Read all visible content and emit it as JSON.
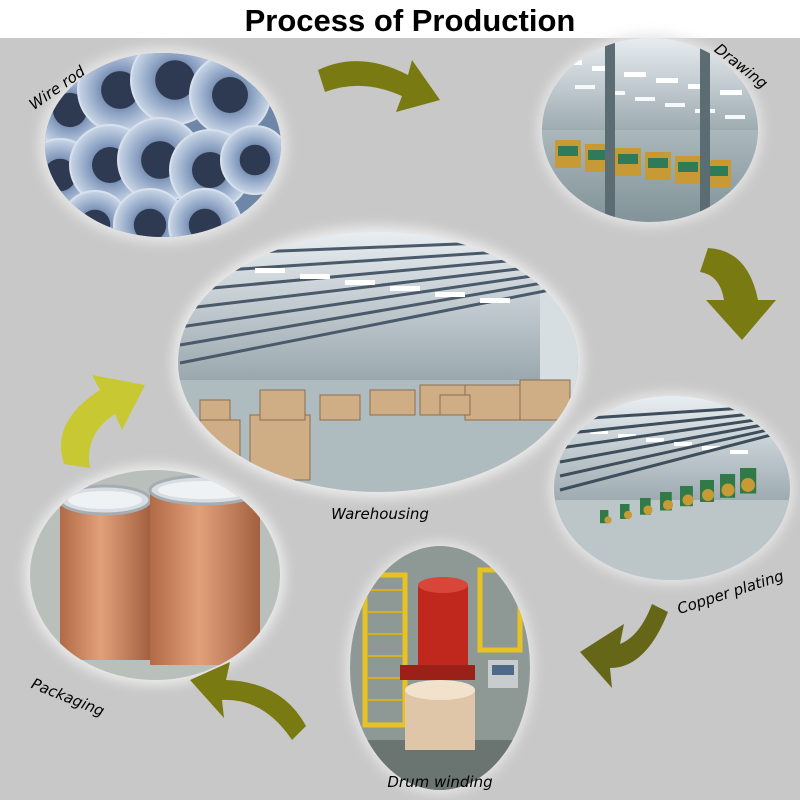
{
  "title": "Process of Production",
  "steps": [
    {
      "id": "wire-rod",
      "label": "Wire rod"
    },
    {
      "id": "drawing",
      "label": "Drawing"
    },
    {
      "id": "copper-plating",
      "label": "Copper plating"
    },
    {
      "id": "drum-winding",
      "label": "Drum winding"
    },
    {
      "id": "packaging",
      "label": "Packaging"
    },
    {
      "id": "warehousing",
      "label": "Warehousing"
    }
  ],
  "colors": {
    "background": "#c8c8c8",
    "header": "#ffffff",
    "arrow_olive": "#7a7a12",
    "arrow_lime": "#c8c832",
    "arrow_dark": "#666618",
    "photo_wire": "#6e86a8",
    "photo_factory": "#7e8e92",
    "photo_warehouse": "#b4bec6",
    "photo_drum": "#c87e56"
  }
}
